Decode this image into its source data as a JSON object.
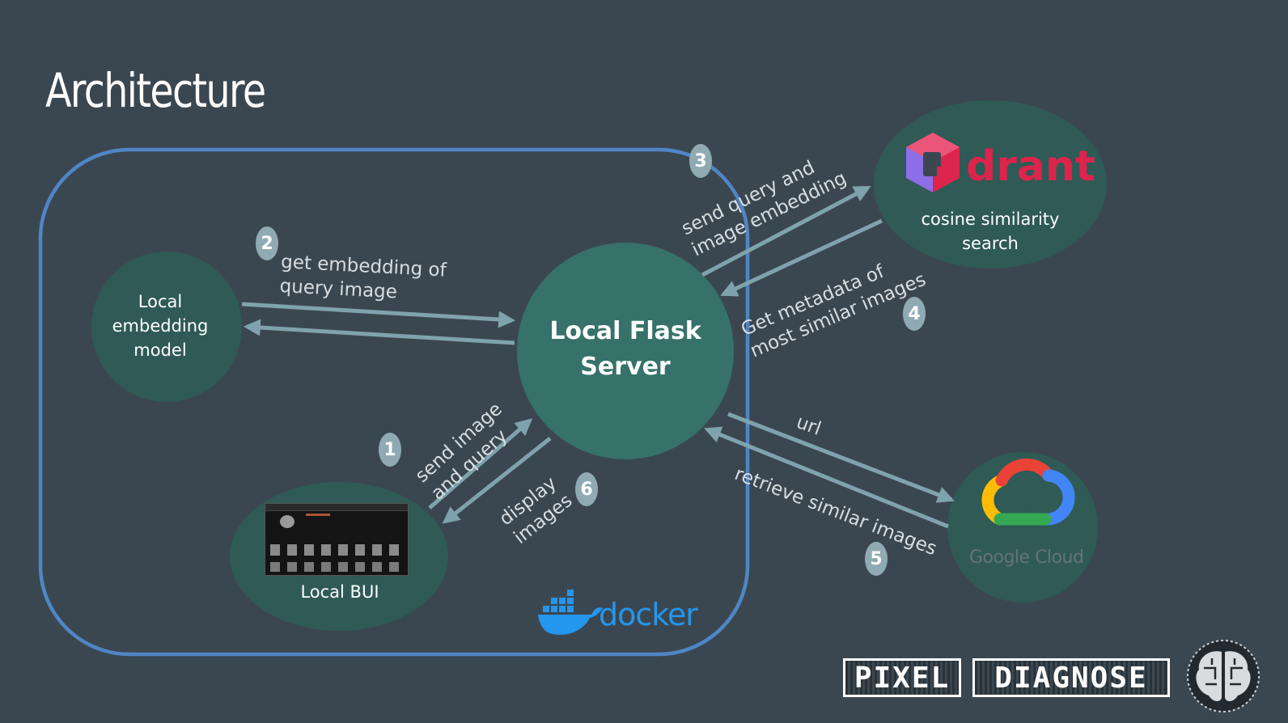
{
  "title": "Architecture",
  "nodes": {
    "embedding_model": [
      "Local",
      "embedding",
      "model"
    ],
    "flask_server": [
      "Local Flask",
      "Server"
    ],
    "qdrant": {
      "logo_text": "drant",
      "caption": [
        "cosine similarity",
        "search"
      ]
    },
    "google_cloud": {
      "logo_text": "Google Cloud"
    },
    "local_bui": {
      "caption": "Local BUI"
    },
    "docker": {
      "logo_text": "docker"
    }
  },
  "edges": {
    "e1": [
      "send image",
      "and query"
    ],
    "e2": [
      "get embedding of",
      "query image"
    ],
    "e3": [
      "send query and",
      "image embedding"
    ],
    "e4": [
      "Get metadata of",
      "most similar images"
    ],
    "e5": "retrieve similar images",
    "e6": [
      "display",
      "images"
    ],
    "url": "url"
  },
  "badges": [
    "1",
    "2",
    "3",
    "4",
    "5",
    "6"
  ],
  "branding": {
    "word1": "PIXEL",
    "word2": "DIAGNOSE"
  },
  "colors": {
    "background": "#3b4750",
    "node_fill": "#2f5a55",
    "flask_fill": "#367269",
    "docker_border": "#4f86c6",
    "arrow": "#7fa3ad",
    "qdrant_red": "#dc244c",
    "docker_blue": "#2496ed"
  },
  "icons": [
    "qdrant-logo-icon",
    "google-cloud-logo-icon",
    "docker-whale-icon",
    "brain-icon"
  ]
}
